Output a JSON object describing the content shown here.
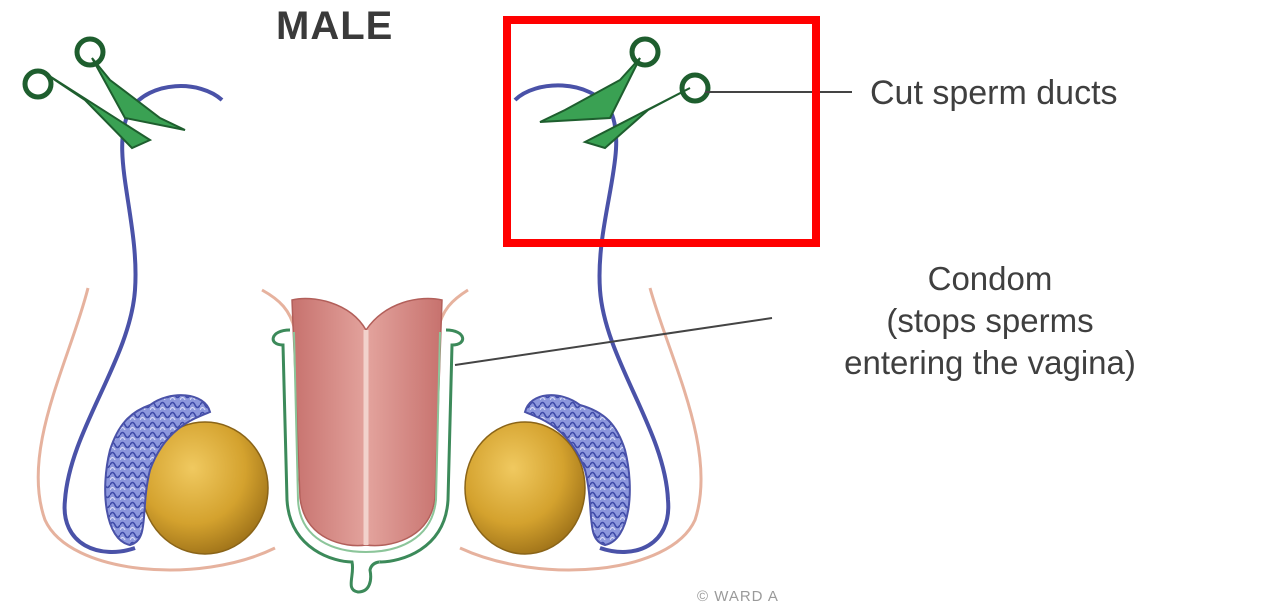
{
  "title": "MALE",
  "labels": {
    "cut_sperm_ducts": "Cut sperm ducts",
    "condom_line1": "Condom",
    "condom_line2": "(stops sperms",
    "condom_line3": "entering the vagina)"
  },
  "watermark": "© WARD A",
  "highlight": {
    "color": "#ff0000"
  },
  "colors": {
    "duct": "#4a52a8",
    "scissors": "#3aa153",
    "testis": "#d4a22e",
    "epididymis": "#7d89d6",
    "penis": "#d98b86",
    "condom": "#3c8a5a",
    "skin": "#e6b29e",
    "leader_line": "#444444"
  }
}
